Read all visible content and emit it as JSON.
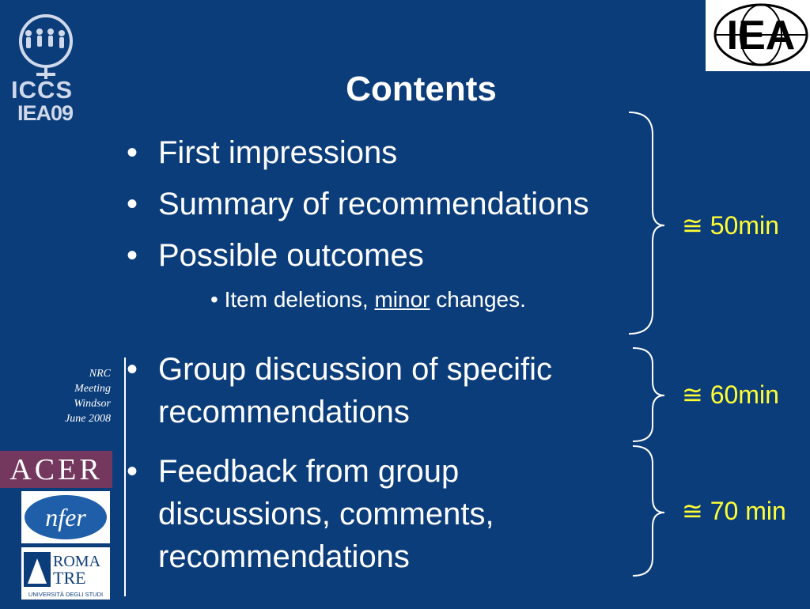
{
  "title": "Contents",
  "logos": {
    "iccs_top": "ICCS",
    "iccs_bottom_left": "IEA",
    "iccs_bottom_right": "09",
    "iea": "IEA",
    "acer": "ACER",
    "nfer": "nfer",
    "roma_line1": "ROMA",
    "roma_line2": "TRE",
    "roma_line3": "UNIVERSITÀ DEGLI STUDI"
  },
  "bullets": [
    {
      "text": "First impressions"
    },
    {
      "text": "Summary of recommendations"
    },
    {
      "text": "Possible outcomes"
    }
  ],
  "sub_bullet": {
    "prefix": "Item deletions, ",
    "underlined": "minor",
    "suffix": " changes."
  },
  "bullets2": [
    {
      "line1": "Group discussion of specific",
      "line2": "recommendations"
    },
    {
      "line1": "Feedback from group",
      "line2": "discussions, comments,",
      "line3": "recommendations"
    }
  ],
  "times": [
    "≅ 50min",
    "≅ 60min",
    "≅ 70 min"
  ],
  "bullet_char": "•",
  "sidebar": {
    "line1": "NRC",
    "line2": "Meeting",
    "line3": "Windsor",
    "line4": "June 2008"
  },
  "colors": {
    "background": "#0c3d7b",
    "time_text": "#ffff33",
    "acer_bg": "#74385e",
    "nfer_blue": "#1f5ea8"
  }
}
